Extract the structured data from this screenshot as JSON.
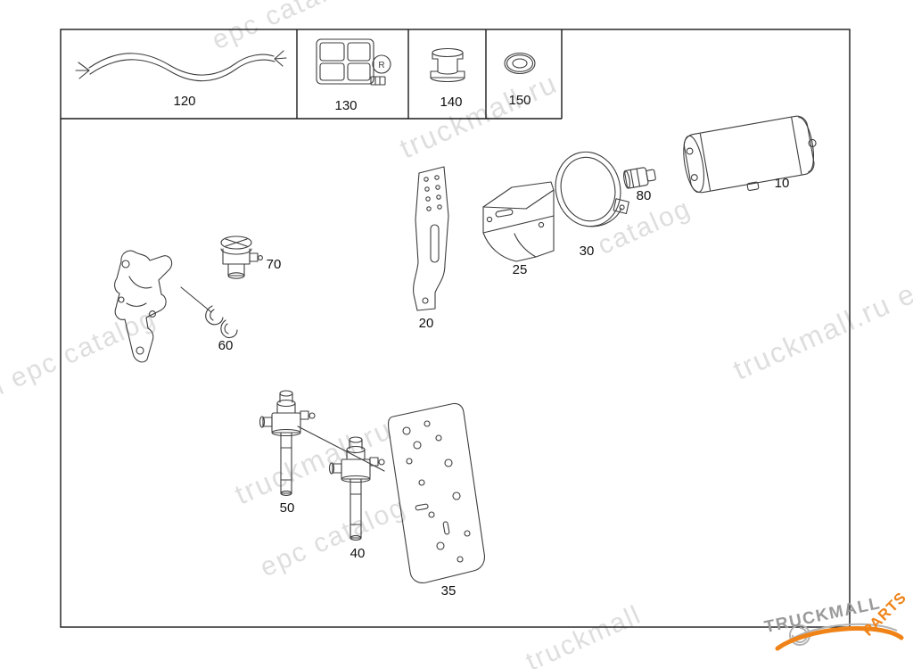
{
  "page": {
    "background": "#ffffff",
    "border_color": "#1a1a1a"
  },
  "colors": {
    "line": "#3d3d3d",
    "watermark": "#c4c4c4",
    "logo_gray": "#9a9a9a",
    "logo_orange": "#ef8318"
  },
  "callouts": {
    "p10": "10",
    "p20": "20",
    "p25": "25",
    "p30": "30",
    "p35": "35",
    "p40": "40",
    "p50": "50",
    "p60": "60",
    "p70": "70",
    "p80": "80",
    "p120": "120",
    "p130": "130",
    "p140": "140",
    "p150": "150"
  },
  "marks": {
    "relay_letter": "R"
  },
  "watermarks": [
    {
      "text": "epc catalog"
    },
    {
      "text": "truckmall.ru"
    },
    {
      "text": "catalog"
    },
    {
      "text": "truckmall.ru e"
    },
    {
      "text": "l epc catalog"
    },
    {
      "text": "truckmall.ru"
    },
    {
      "text": "epc catalog"
    },
    {
      "text": "truckmall"
    }
  ],
  "logo": {
    "brand": "TRUCKMALL",
    "suffix": "PARTS"
  }
}
